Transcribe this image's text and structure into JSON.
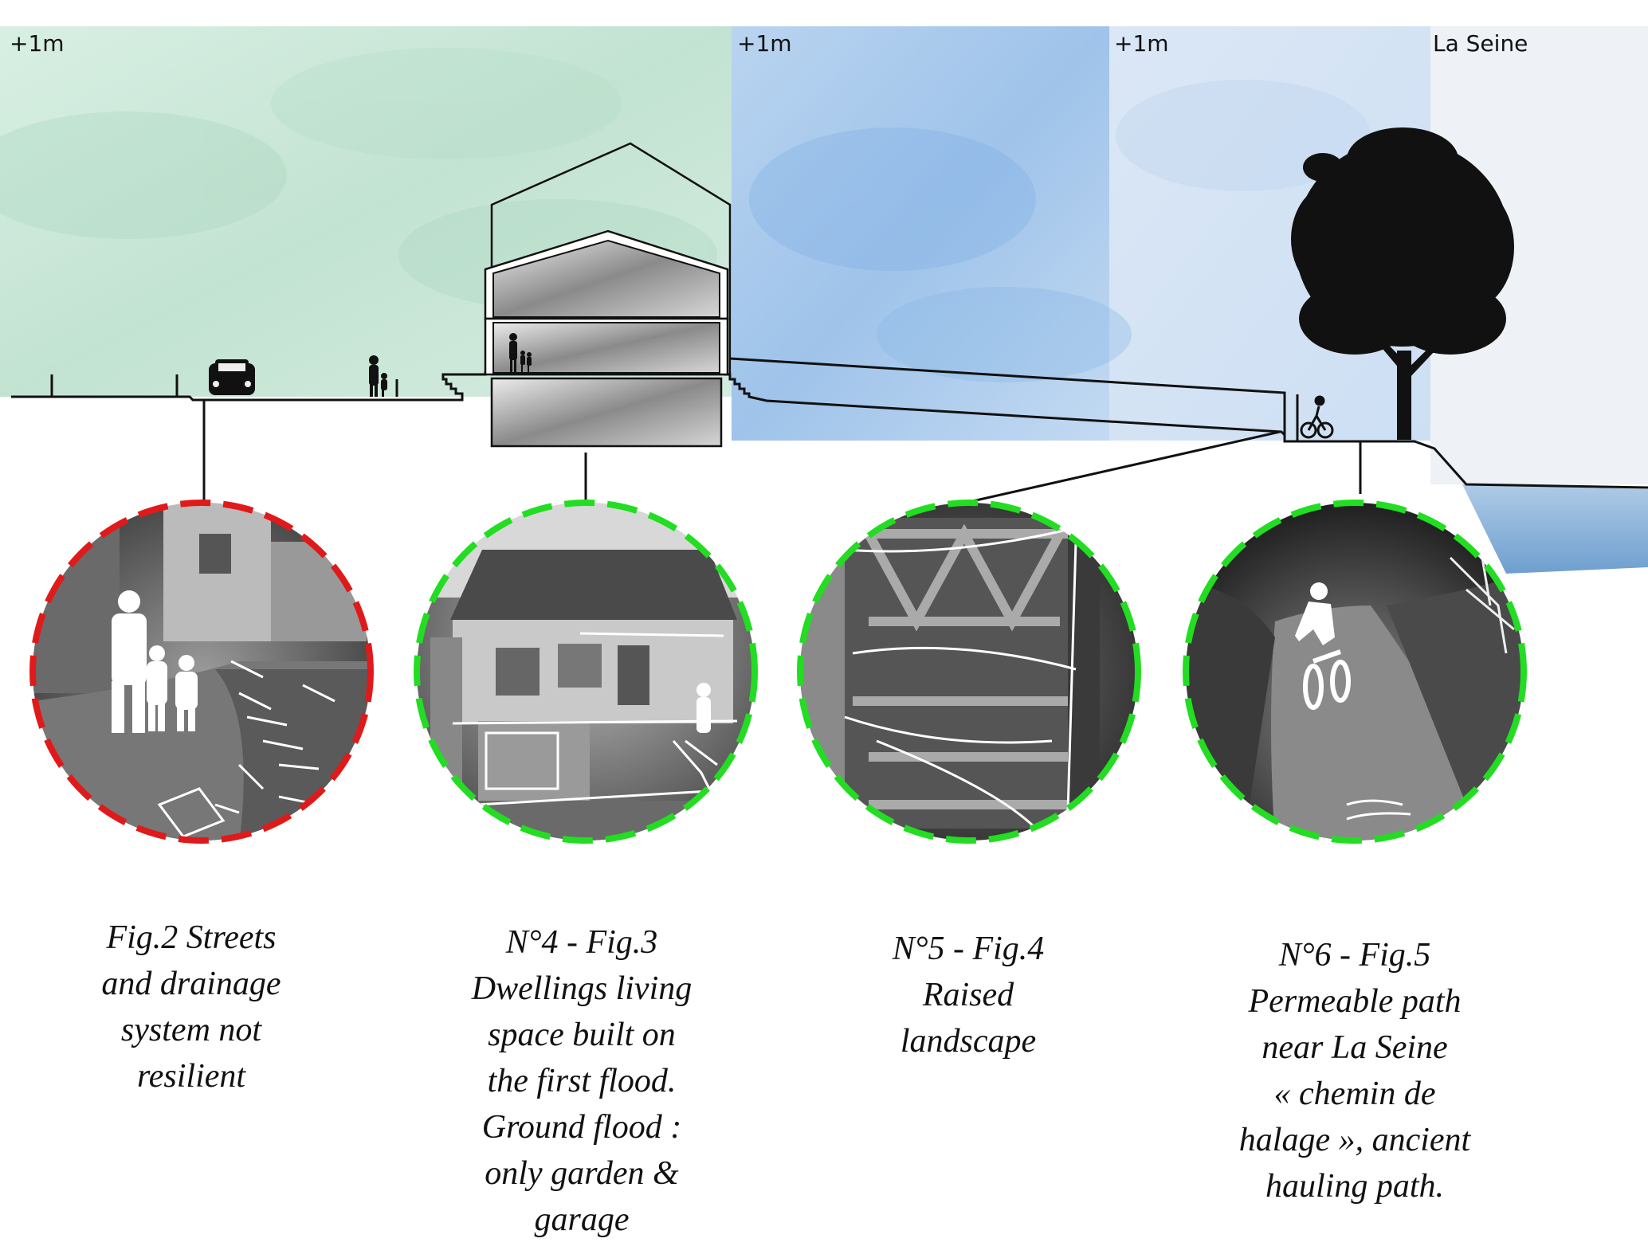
{
  "zones": {
    "zone1": "+1m",
    "zone2": "+1m",
    "zone3": "+1m",
    "river": "La Seine"
  },
  "colors": {
    "street_zone": "#cfe9dc",
    "flood_zone": "#a8c9ee",
    "flood_zone_light": "#d4e3f5",
    "river_zone": "#eef1f5",
    "water": "#8fb6dc",
    "bad_marker": "#e01a1a",
    "good_marker": "#22dd22",
    "ink": "#111111"
  },
  "figures": [
    {
      "id": "fig2",
      "status": "not-resilient",
      "icon": "street-drainage-photo",
      "caption": [
        "Fig.2 Streets",
        "and drainage",
        "system not",
        "resilient"
      ]
    },
    {
      "id": "fig3",
      "status": "resilient",
      "icon": "house-photo",
      "caption": [
        "N°4 - Fig.3",
        "Dwellings living",
        "space built on",
        "the first flood.",
        "Ground flood :",
        "only garden &",
        "garage"
      ]
    },
    {
      "id": "fig4",
      "status": "resilient",
      "icon": "raised-gate-photo",
      "caption": [
        "N°5 - Fig.4",
        "Raised",
        "landscape"
      ]
    },
    {
      "id": "fig5",
      "status": "resilient",
      "icon": "cyclist-path-photo",
      "caption": [
        "N°6 - Fig.5",
        "Permeable path",
        "near La Seine",
        "« chemin de",
        "halage », ancient",
        "hauling path."
      ]
    }
  ]
}
